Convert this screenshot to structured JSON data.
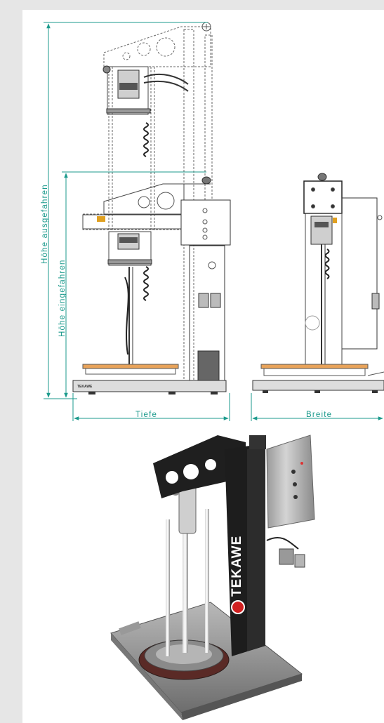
{
  "dimensions": {
    "hoehe_ausgefahren": "Höhe ausgefahren",
    "hoehe_eingefahren": "Höhe eingefahren",
    "tiefe": "Tiefe",
    "breite": "Breite"
  },
  "brand": {
    "base_plate_label": "TEKAWE",
    "column_label": "TEKAWE"
  },
  "colors": {
    "dimension_line": "#1b9a8c",
    "drawing_line": "#555555",
    "photo_column": "#1d1d1d",
    "photo_cabinet": "#bcbcbc"
  },
  "icons": {
    "dimension_arrow": "arrow-icon"
  }
}
